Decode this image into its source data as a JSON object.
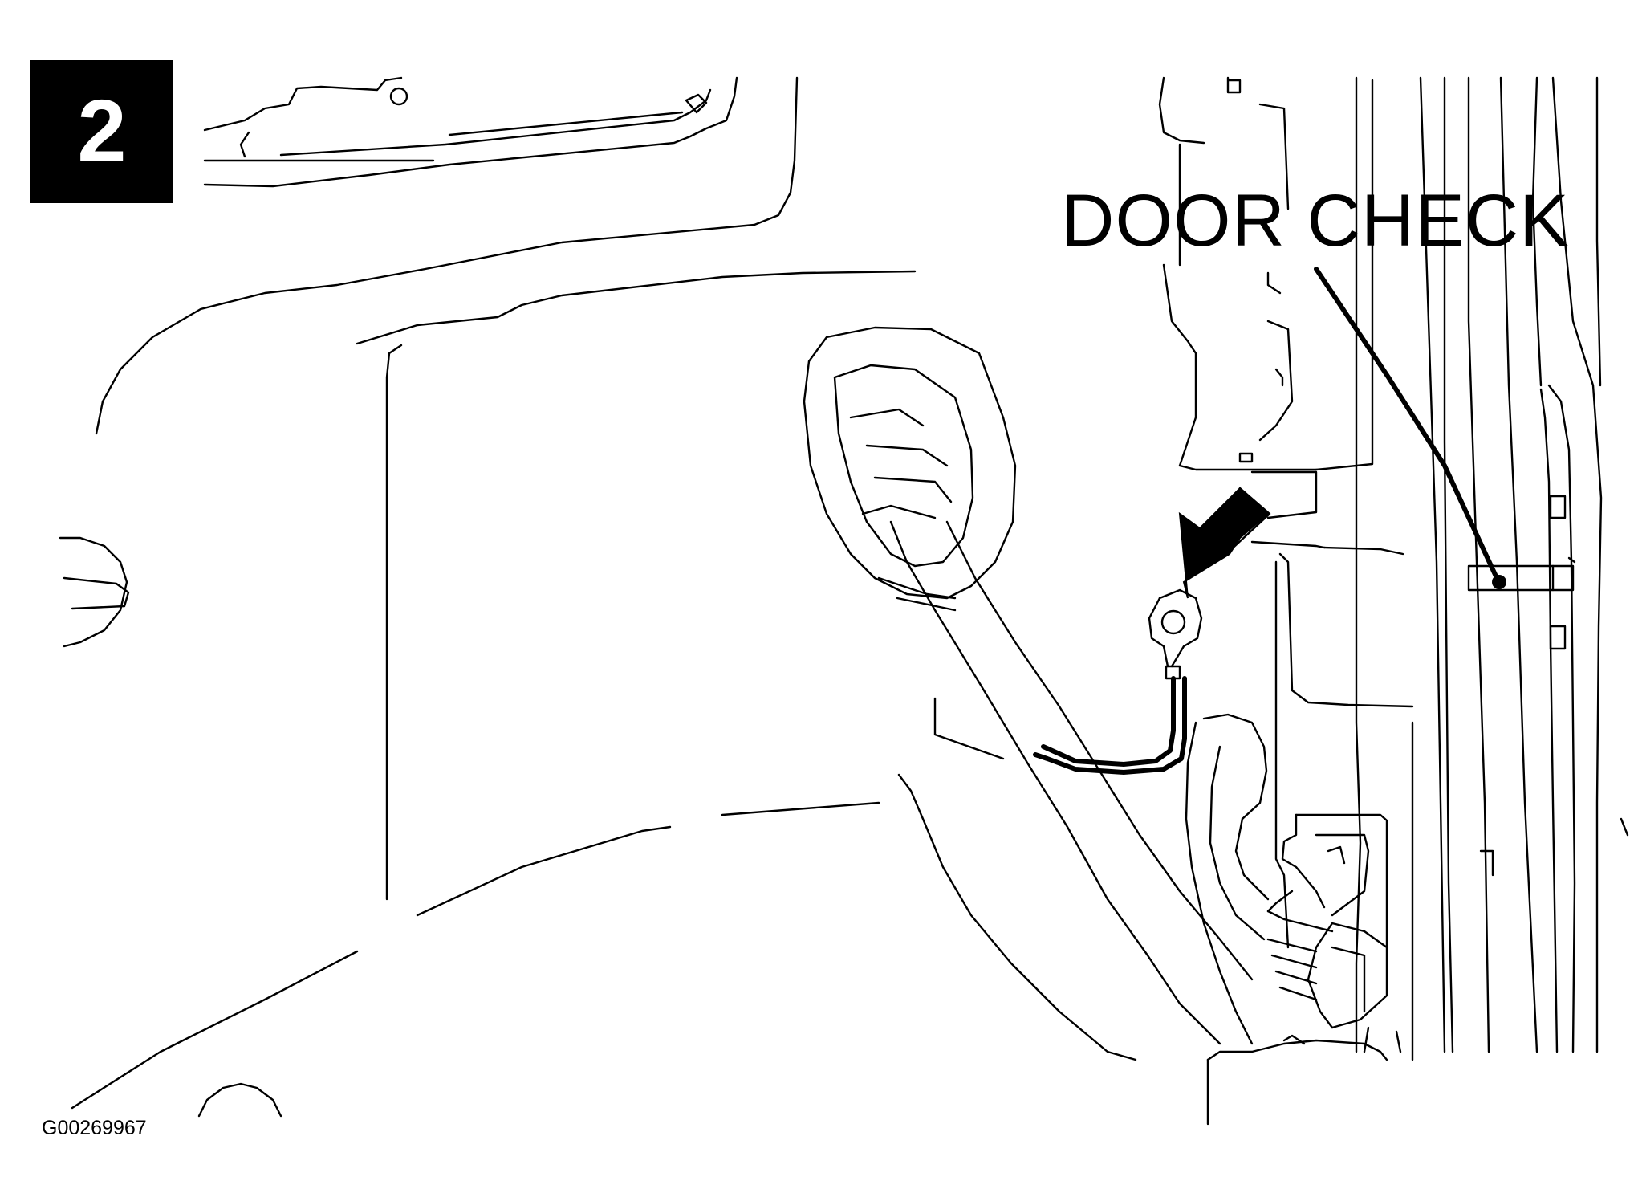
{
  "figure": {
    "step_number": "2",
    "callout_label": "DOOR CHECK",
    "figure_id": "G00269967"
  },
  "colors": {
    "ink": "#000000",
    "paper": "#ffffff"
  },
  "icons": {
    "pointer_arrow": "arrow-icon",
    "ground_terminal": "ground-terminal-icon"
  }
}
